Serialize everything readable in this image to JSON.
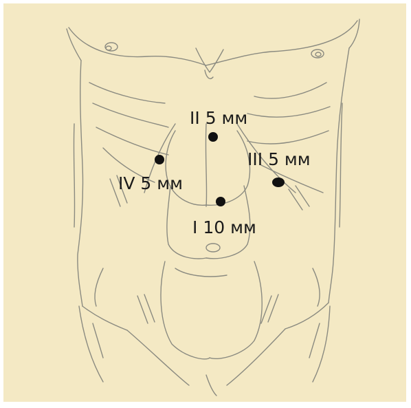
{
  "colors": {
    "frame_background": "#f4e9c4",
    "border": "#ffffff",
    "line": "#8a8a80",
    "marker": "#111111"
  },
  "ports": [
    {
      "id": "I",
      "label": "I 10 мм"
    },
    {
      "id": "II",
      "label": "II 5 мм"
    },
    {
      "id": "III",
      "label": "III 5 мм"
    },
    {
      "id": "IV",
      "label": "IV 5 мм"
    }
  ]
}
